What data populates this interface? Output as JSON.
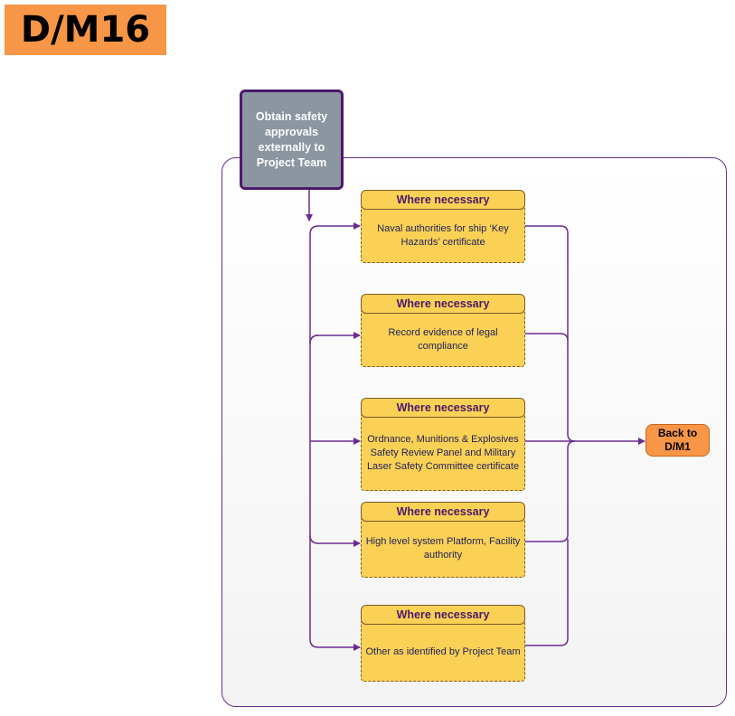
{
  "title": "D/M16",
  "start_box": {
    "label": "Obtain safety approvals externally to Project Team"
  },
  "steps": [
    {
      "header": "Where necessary",
      "text": "Naval authorities for ship ‘Key Hazards’ certificate"
    },
    {
      "header": "Where necessary",
      "text": "Record evidence of legal compliance"
    },
    {
      "header": "Where necessary",
      "text": "Ordnance, Munitions & Explosives Safety Review Panel and Military Laser Safety Committee certificate"
    },
    {
      "header": "Where necessary",
      "text": "High level system Platform, Facility authority"
    },
    {
      "header": "Where necessary",
      "text": "Other as identified by Project Team"
    }
  ],
  "back_box": {
    "label": "Back to D/M1"
  },
  "colors": {
    "title_bg": "#f79646",
    "container_border": "#6a2c91",
    "start_bg": "#8c96a0",
    "step_bg": "#fad155",
    "connector": "#6a2c91",
    "back_bg": "#f79646"
  }
}
